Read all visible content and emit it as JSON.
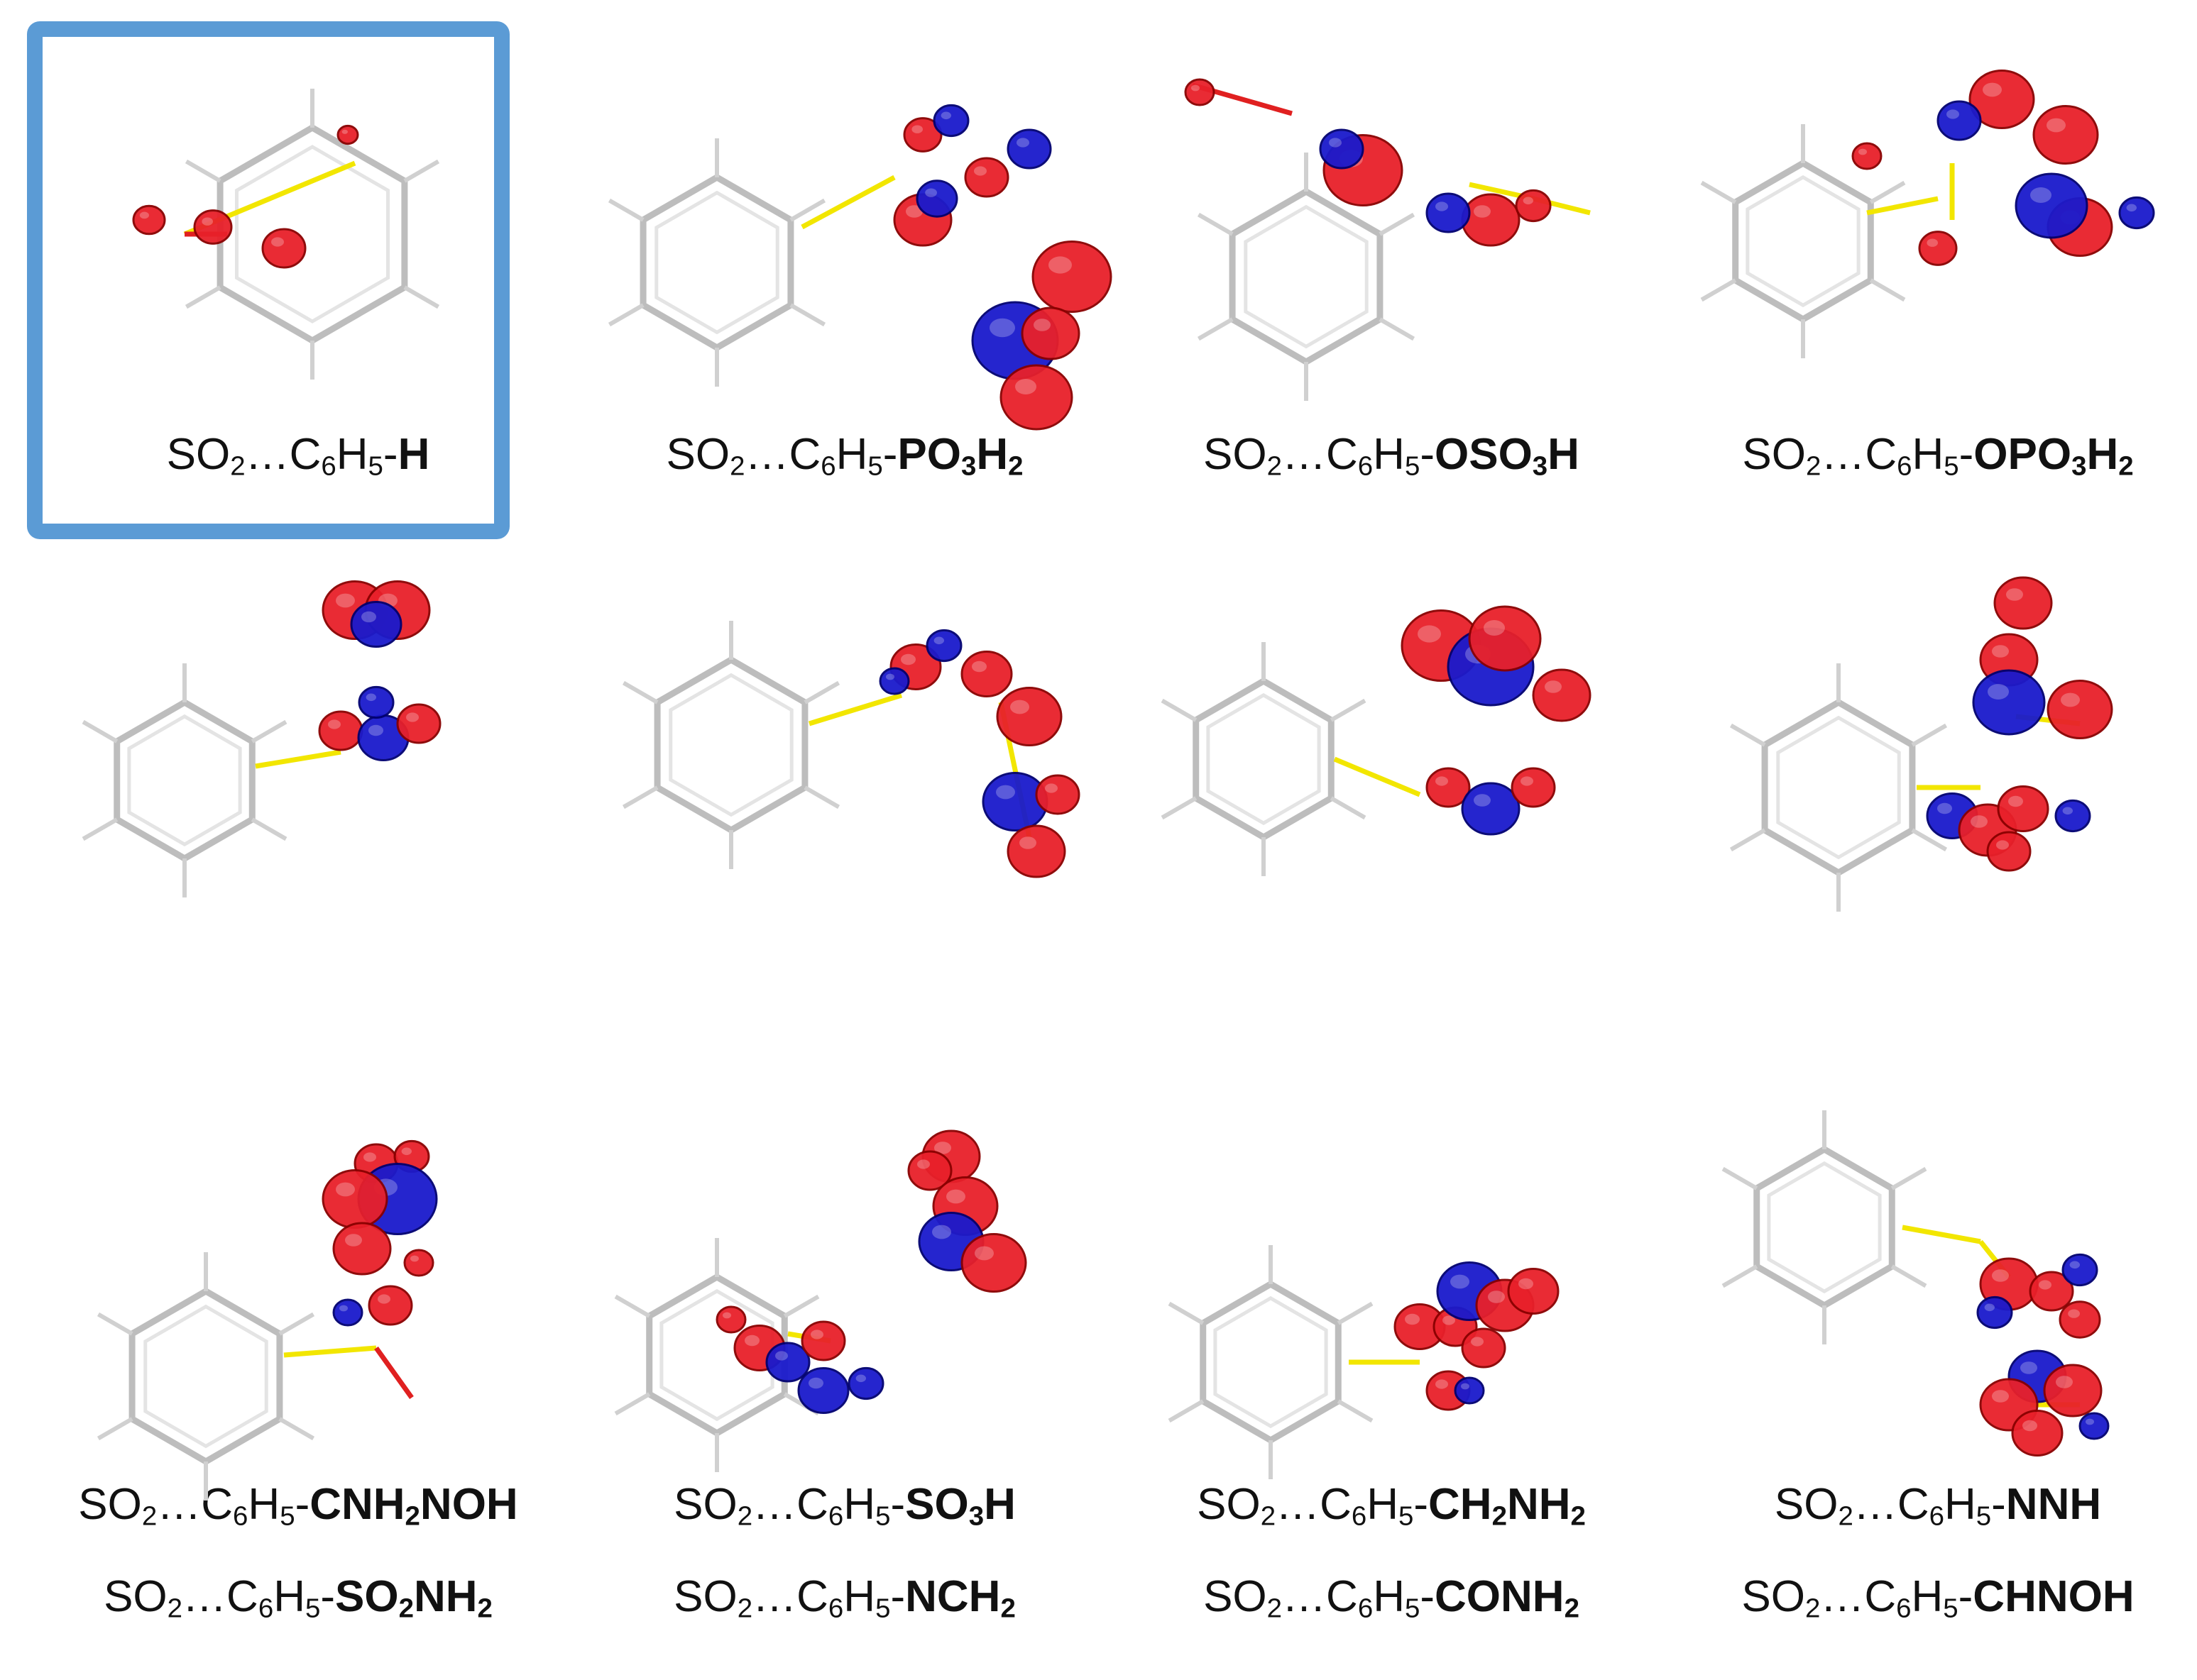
{
  "highlight_color": "#5b9bd5",
  "colors": {
    "positive_lobe": "#e8202a",
    "negative_lobe": "#1a1acc",
    "bond_ring": "#bdbdbd",
    "bond_s": "#f2e600",
    "bond_o": "#e02020"
  },
  "panels": [
    {
      "id": "h",
      "highlighted": true,
      "caption": {
        "prefix": "SO",
        "sub1": "2",
        "mid": "…C",
        "sub2": "6",
        "h": "H",
        "sub3": "5",
        "dash": "-",
        "group": [
          [
            "H",
            ""
          ]
        ]
      }
    },
    {
      "id": "po3h2",
      "highlighted": false,
      "caption": {
        "prefix": "SO",
        "sub1": "2",
        "mid": "…C",
        "sub2": "6",
        "h": "H",
        "sub3": "5",
        "dash": "-",
        "group": [
          [
            "PO",
            "3"
          ],
          [
            "H",
            "2"
          ]
        ]
      }
    },
    {
      "id": "oso3h",
      "highlighted": false,
      "caption": {
        "prefix": "SO",
        "sub1": "2",
        "mid": "…C",
        "sub2": "6",
        "h": "H",
        "sub3": "5",
        "dash": "-",
        "group": [
          [
            "OSO",
            "3"
          ],
          [
            "H",
            ""
          ]
        ]
      }
    },
    {
      "id": "opo3h2",
      "highlighted": false,
      "caption": {
        "prefix": "SO",
        "sub1": "2",
        "mid": "…C",
        "sub2": "6",
        "h": "H",
        "sub3": "5",
        "dash": "-",
        "group": [
          [
            "OPO",
            "3"
          ],
          [
            "H",
            "2"
          ]
        ]
      }
    },
    {
      "id": "cnh2noh",
      "highlighted": false,
      "caption": {
        "prefix": "SO",
        "sub1": "2",
        "mid": "…C",
        "sub2": "6",
        "h": "H",
        "sub3": "5",
        "dash": "-",
        "group": [
          [
            "CNH",
            "2"
          ],
          [
            "NOH",
            ""
          ]
        ]
      }
    },
    {
      "id": "so3h",
      "highlighted": false,
      "caption": {
        "prefix": "SO",
        "sub1": "2",
        "mid": "…C",
        "sub2": "6",
        "h": "H",
        "sub3": "5",
        "dash": "-",
        "group": [
          [
            "SO",
            "3"
          ],
          [
            "H",
            ""
          ]
        ]
      }
    },
    {
      "id": "ch2nh2",
      "highlighted": false,
      "caption": {
        "prefix": "SO",
        "sub1": "2",
        "mid": "…C",
        "sub2": "6",
        "h": "H",
        "sub3": "5",
        "dash": "-",
        "group": [
          [
            "CH",
            "2"
          ],
          [
            "NH",
            "2"
          ]
        ]
      }
    },
    {
      "id": "nnh",
      "highlighted": false,
      "caption": {
        "prefix": "SO",
        "sub1": "2",
        "mid": "…C",
        "sub2": "6",
        "h": "H",
        "sub3": "5",
        "dash": "-",
        "group": [
          [
            "NNH",
            ""
          ]
        ]
      }
    },
    {
      "id": "so2nh2",
      "highlighted": false,
      "caption": {
        "prefix": "SO",
        "sub1": "2",
        "mid": "…C",
        "sub2": "6",
        "h": "H",
        "sub3": "5",
        "dash": "-",
        "group": [
          [
            "SO",
            "2"
          ],
          [
            "NH",
            "2"
          ]
        ]
      }
    },
    {
      "id": "nch2",
      "highlighted": false,
      "caption": {
        "prefix": "SO",
        "sub1": "2",
        "mid": "…C",
        "sub2": "6",
        "h": "H",
        "sub3": "5",
        "dash": "-",
        "group": [
          [
            "NCH",
            "2"
          ]
        ]
      }
    },
    {
      "id": "conh2",
      "highlighted": false,
      "caption": {
        "prefix": "SO",
        "sub1": "2",
        "mid": "…C",
        "sub2": "6",
        "h": "H",
        "sub3": "5",
        "dash": "-",
        "group": [
          [
            "CONH",
            "2"
          ]
        ]
      }
    },
    {
      "id": "chnoh",
      "highlighted": false,
      "caption": {
        "prefix": "SO",
        "sub1": "2",
        "mid": "…C",
        "sub2": "6",
        "h": "H",
        "sub3": "5",
        "dash": "-",
        "group": [
          [
            "CHNOH",
            ""
          ]
        ]
      }
    }
  ]
}
